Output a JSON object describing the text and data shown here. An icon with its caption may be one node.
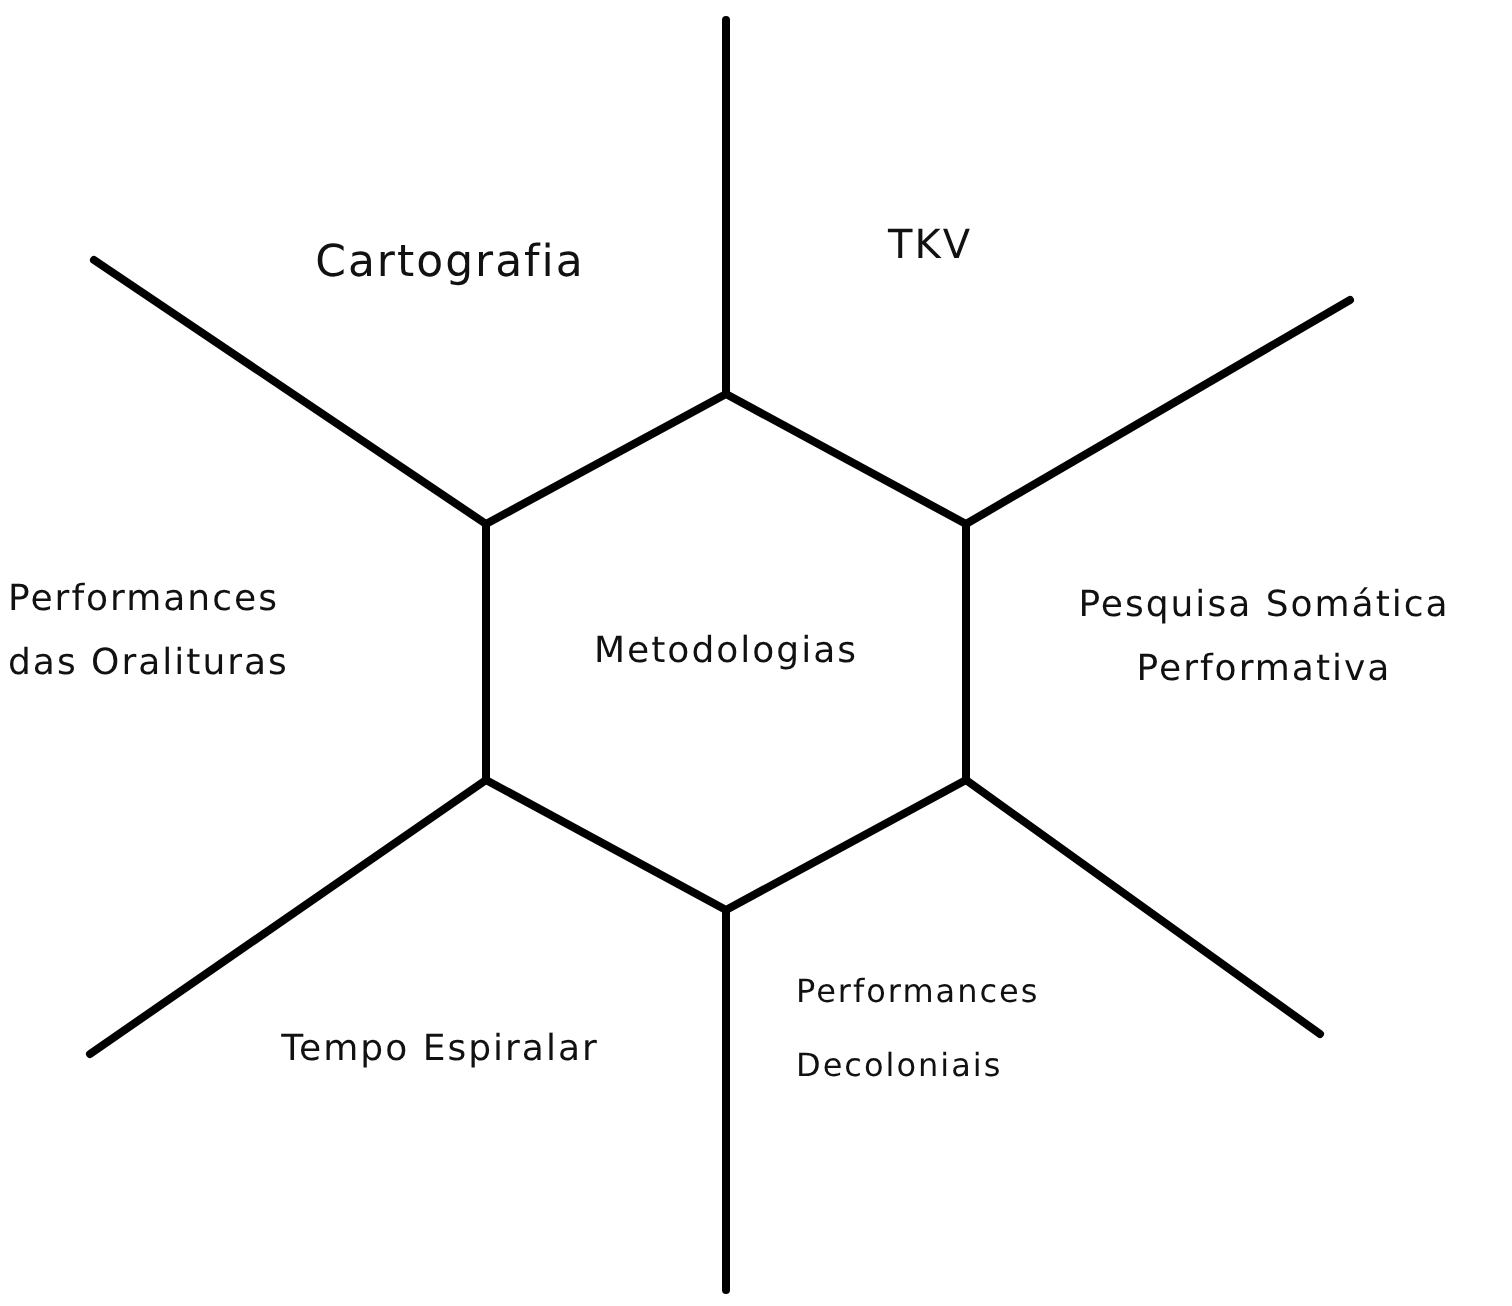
{
  "diagram": {
    "nodes": [
      {
        "text": [
          "Metodologias"
        ]
      }
    ],
    "labels": [
      "Cartografia",
      "TKV",
      "Performances das Oralituras",
      "Pesquisa Somática Performativa",
      "Tempo Espiralar",
      "Performances Decoloniais"
    ]
  }
}
